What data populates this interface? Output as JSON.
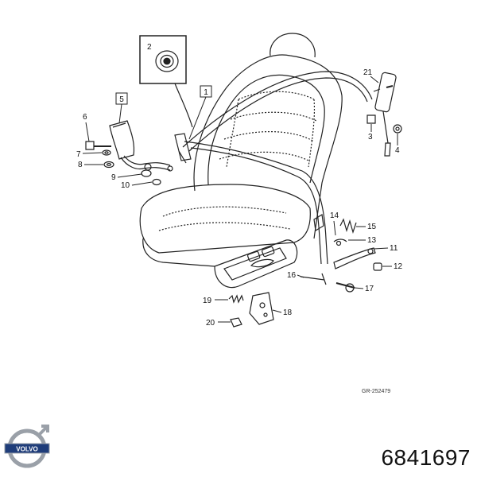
{
  "diagram": {
    "reference": "GR-252479",
    "callouts": [
      "1",
      "2",
      "3",
      "4",
      "5",
      "6",
      "7",
      "8",
      "9",
      "10",
      "11",
      "12",
      "13",
      "14",
      "15",
      "16",
      "17",
      "18",
      "19",
      "20",
      "21"
    ]
  },
  "brand": {
    "logo_text": "VOLVO"
  },
  "part_number": "6841697",
  "colors": {
    "line": "#222222",
    "logo_blue": "#1f3d7a",
    "logo_grey": "#9aa0a8"
  }
}
